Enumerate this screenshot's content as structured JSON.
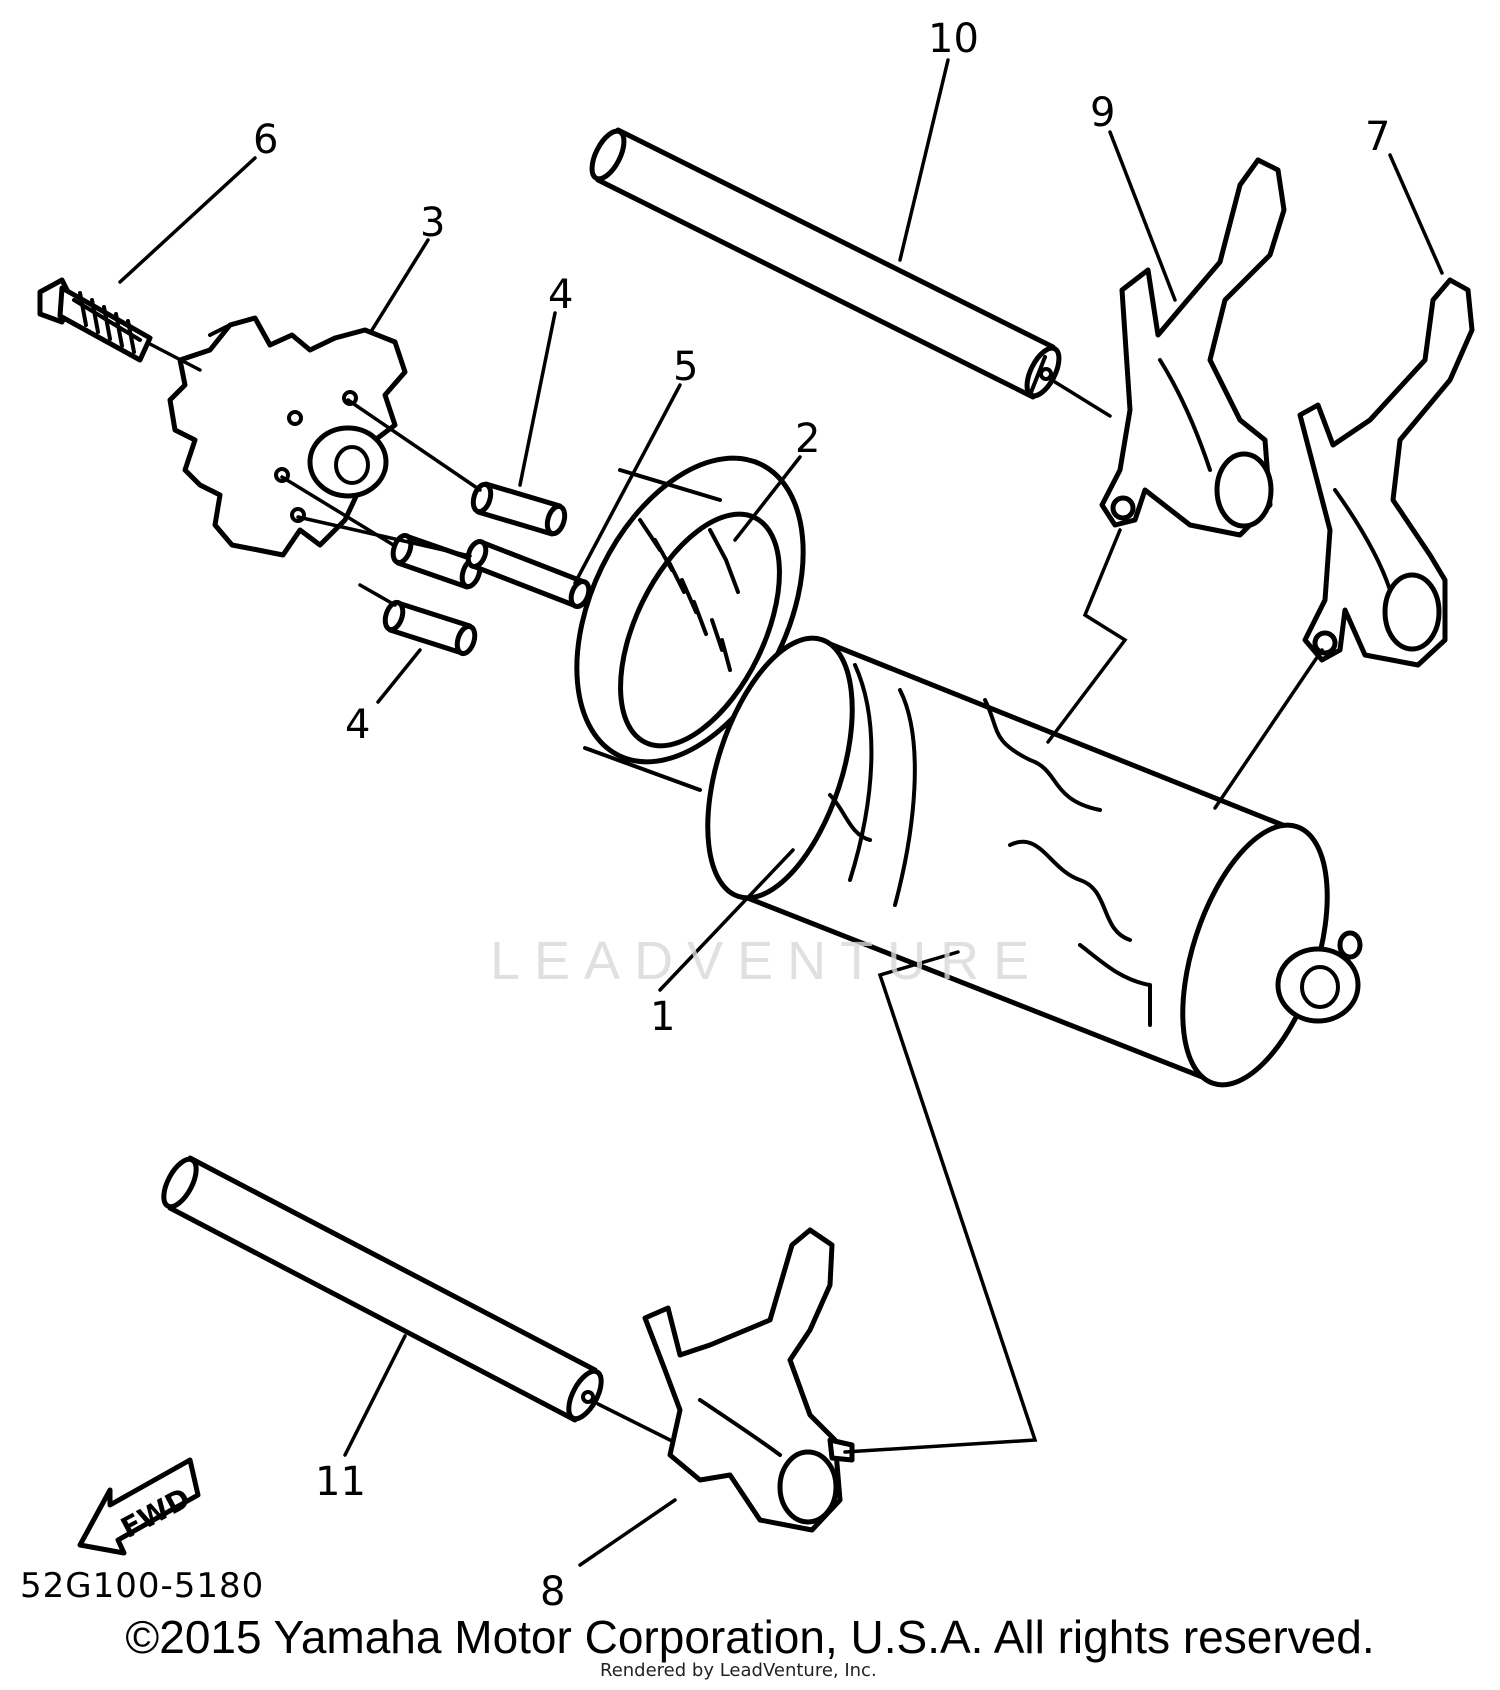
{
  "callouts": {
    "c1": "1",
    "c2": "2",
    "c3": "3",
    "c4a": "4",
    "c4b": "4",
    "c5": "5",
    "c6": "6",
    "c7": "7",
    "c8": "8",
    "c9": "9",
    "c10": "10",
    "c11": "11"
  },
  "fwd_label": "FWD",
  "ref_code": "52G100-5180",
  "watermark": "LEADVENTURE",
  "copyright": "©2015 Yamaha Motor Corporation, U.S.A. All rights reserved.",
  "rendered_by": "Rendered by LeadVenture, Inc."
}
